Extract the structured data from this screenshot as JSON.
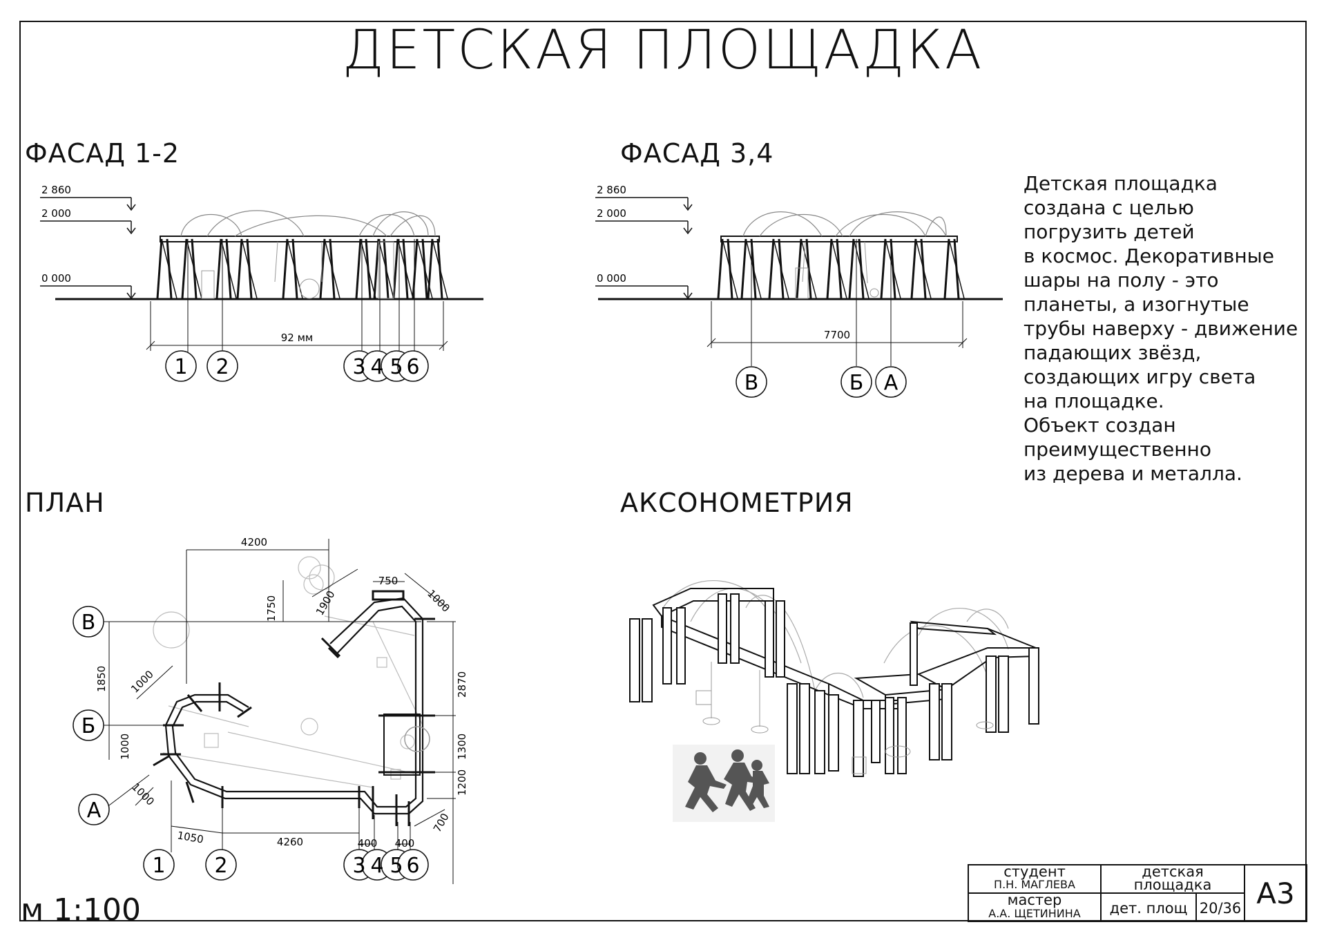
{
  "title": "ДЕТСКАЯ ПЛОЩАДКА",
  "sections": {
    "facade12": "ФАСАД 1-2",
    "facade34": "ФАСАД 3,4",
    "plan": "ПЛАН",
    "axon": "АКСОНОМЕТРИЯ"
  },
  "description": "Детская площадка\nсоздана с целью\nпогрузить детей\nв космос. Декоративные\nшары на полу - это\nпланеты, а изогнутые\nтрубы наверху - движение\nпадающих звёзд,\nсоздающих игру света\nна площадке.\nОбъект создан\nпреимущественно\nиз дерева и металла.",
  "scale": "м 1:100",
  "facade12": {
    "levels": [
      "2 860",
      "2 000",
      "0 000"
    ],
    "dimension": "92 мм",
    "axes": [
      "1",
      "2",
      "3",
      "4",
      "5",
      "6"
    ]
  },
  "facade34": {
    "levels": [
      "2 860",
      "2 000",
      "0 000"
    ],
    "dimension": "7700",
    "axes": [
      "В",
      "Б",
      "А"
    ]
  },
  "plan": {
    "dims": [
      "4200",
      "750",
      "1000",
      "1750",
      "1900",
      "2870",
      "1850",
      "1000",
      "1000",
      "1000",
      "1300",
      "1200",
      "700",
      "1050",
      "4260",
      "400",
      "400"
    ],
    "row_axes": [
      "В",
      "Б",
      "А"
    ],
    "col_axes": [
      "1",
      "2",
      "3",
      "4",
      "5",
      "6"
    ]
  },
  "stamp": {
    "student_label": "студент",
    "student_name": "П.Н. МАГЛЕВА",
    "master_label": "мастер",
    "master_name": "А.А. ЩЕТИНИНА",
    "project_line1": "детская",
    "project_line2": "площадка",
    "sheet_code": "дет. площ",
    "sheet_num": "20/36",
    "format": "А3"
  }
}
